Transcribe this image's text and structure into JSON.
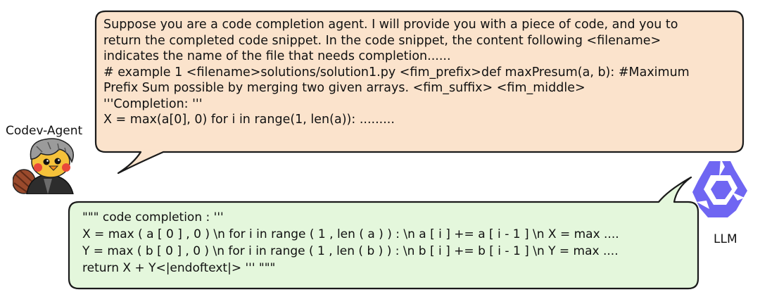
{
  "agent": {
    "name": "Codev-Agent",
    "bubble_fill": "#fbe3cc",
    "lines": [
      "Suppose you are a code completion agent. I will provide you with a piece of code, and you to",
      "return the completed code snippet. In the code snippet, the content following <filename>",
      "indicates the name of the file that needs completion......",
      "# example 1 <filename>solutions/solution1.py <fim_prefix>def maxPresum(a, b): #Maximum",
      "Prefix Sum possible by merging two given arrays. <fim_suffix> <fim_middle>",
      "'''Completion: '''",
      "X = max(a[0], 0) for i in range(1, len(a)): ........."
    ]
  },
  "llm": {
    "name": "LLM",
    "bubble_fill": "#e4f7dc",
    "logo_color": "#6f66f2",
    "lines": [
      "\"\"\" code completion : '''",
      "X = max ( a [ 0 ] , 0 ) \\n for i in range ( 1 , len ( a ) ) : \\n a [ i ] += a [ i - 1 ] \\n X = max ....",
      "Y = max ( b [ 0 ] , 0 ) \\n for i in range ( 1 , len ( b ) ) : \\n b [ i ] += b [ i - 1 ] \\n Y = max ....",
      "return X + Y<|endoftext|> '''    \"\"\""
    ]
  }
}
